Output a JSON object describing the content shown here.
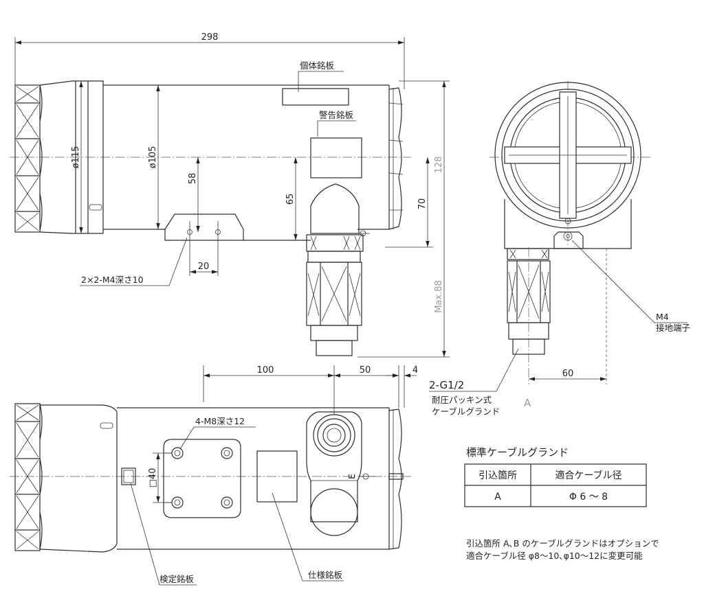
{
  "dimensions": {
    "overall_length": "298",
    "dia_115": "ø115",
    "dia_105": "ø105",
    "d58": "58",
    "d65": "65",
    "d70": "70",
    "d128": "128",
    "max88": "Max.88",
    "d20": "20",
    "d100": "100",
    "d50": "50",
    "d4": "4",
    "d60": "60",
    "sq40": "□40"
  },
  "labels": {
    "individual_nameplate": "個体銘板",
    "warning_nameplate": "警告銘板",
    "mount_holes": "2×2-M4深さ10",
    "m4": "M4",
    "ground_terminal": "接地端子",
    "conduit": "2-G1/2",
    "gland_line1": "耐圧パッキン式",
    "gland_line2": "ケーブルグランド",
    "gland_a": "A",
    "bottom_holes": "4-M8深さ12",
    "inspection_plate": "検定銘板",
    "spec_plate": "仕様銘板",
    "earth_mark": "E"
  },
  "table": {
    "title": "標準ケーブルグランド",
    "headers": [
      "引込箇所",
      "適合ケーブル径"
    ],
    "rows": [
      [
        "A",
        "Φ 6 ～ 8"
      ]
    ]
  },
  "notes": {
    "line1": "引込箇所 A､B のケーブルグランドはオプションで",
    "line2": "適合ケーブル径 φ8～10､φ10～12に変更可能"
  }
}
